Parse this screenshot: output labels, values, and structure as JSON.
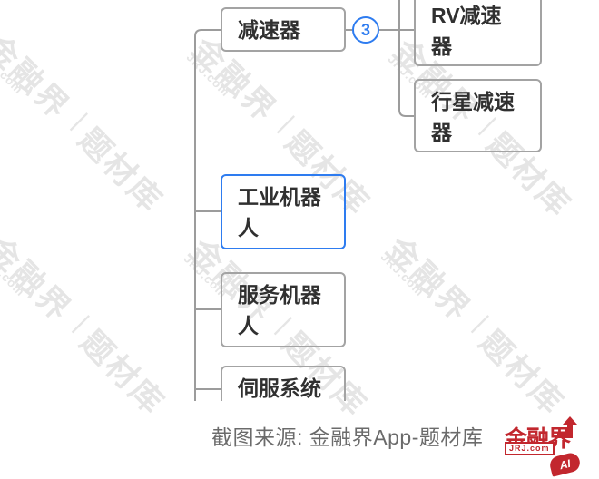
{
  "colors": {
    "accent": "#2e7cf0",
    "brand": "#c2272e",
    "node_border": "#a3a3a3",
    "line": "#9c9c9c",
    "node_text": "#303030",
    "caption": "#6b6b6b",
    "watermark": "#e5e5e5"
  },
  "watermark": {
    "brand": "金融界",
    "brand_sub": "JRJ.com",
    "divider": "|",
    "library": "题材库"
  },
  "diagram": {
    "badge_count": "3",
    "nodes": {
      "reducer": {
        "label": "减速器"
      },
      "rv": {
        "label": "RV减速器"
      },
      "planetary": {
        "label": "行星减速器"
      },
      "industrial": {
        "label": "工业机器人",
        "selected": true
      },
      "service": {
        "label": "服务机器人"
      },
      "servo": {
        "label": "伺服系统"
      }
    }
  },
  "footer": {
    "caption": "截图来源: 金融界App-题材库",
    "logo": {
      "brand": "金融界",
      "domain": "JRJ.com",
      "badge": "AI"
    }
  }
}
